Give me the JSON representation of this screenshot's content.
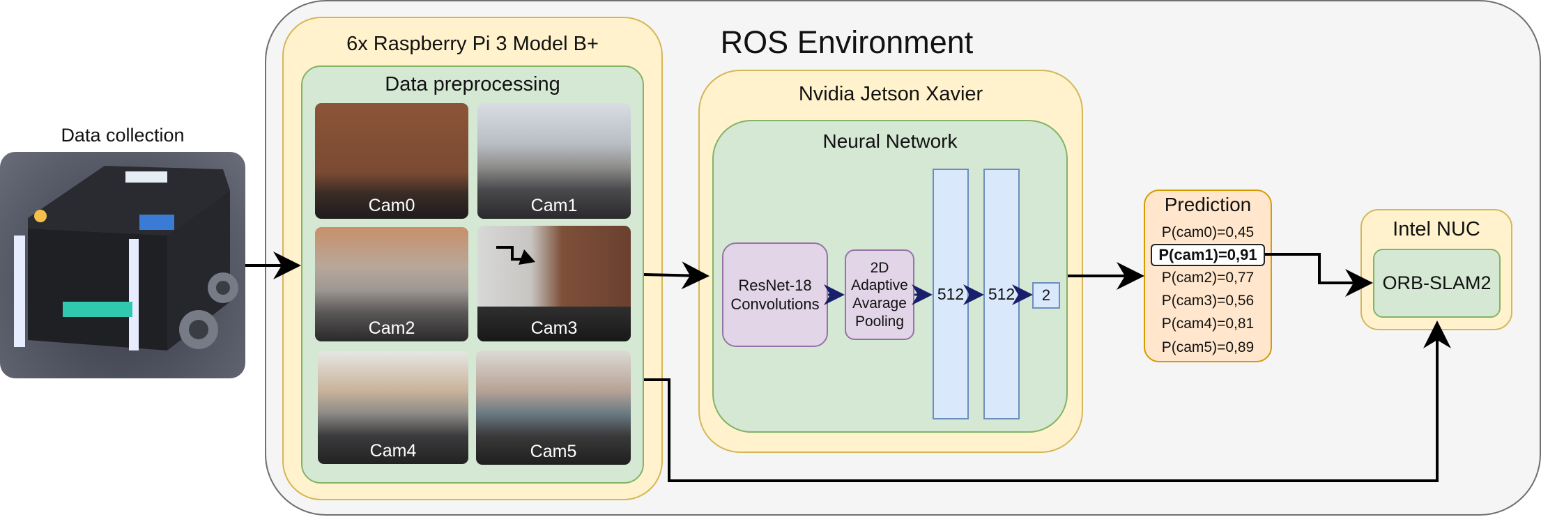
{
  "ros": {
    "title": "ROS Environment"
  },
  "data_collection": {
    "title": "Data collection"
  },
  "raspberry": {
    "title": "6x Raspberry Pi 3 Model B+",
    "preprocessing": {
      "title": "Data preprocessing",
      "cams": [
        "Cam0",
        "Cam1",
        "Cam2",
        "Cam3",
        "Cam4",
        "Cam5"
      ]
    }
  },
  "jetson": {
    "title": "Nvidia Jetson Xavier",
    "neural_network": {
      "title": "Neural Network",
      "resnet": "ResNet-18 Convolutions",
      "pooling": "2D Adaptive Avarage Pooling",
      "fc1": "512",
      "fc2": "512",
      "output": "2"
    }
  },
  "prediction": {
    "title": "Prediction",
    "rows": [
      "P(cam0)=0,45",
      "P(cam1)=0,91",
      "P(cam2)=0,77",
      "P(cam3)=0,56",
      "P(cam4)=0,81",
      "P(cam5)=0,89"
    ],
    "highlighted_index": 1
  },
  "intel_nuc": {
    "title": "Intel NUC",
    "slam": "ORB-SLAM2"
  },
  "colors": {
    "yellow_fill": "#fff2cc",
    "green_fill": "#d5e8d4",
    "purple_fill": "#e1d5e7",
    "blue_fill": "#dae8fc",
    "orange_fill": "#ffe6cc",
    "arrow_dark": "#000000",
    "arrow_navy": "#1a1f6b"
  }
}
